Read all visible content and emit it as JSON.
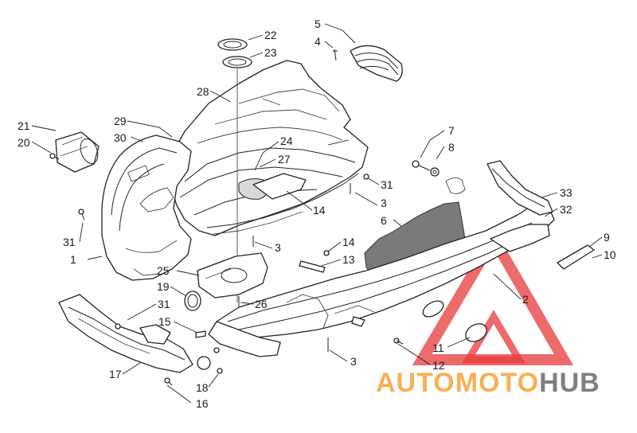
{
  "callouts": [
    {
      "id": "22",
      "text": "22"
    },
    {
      "id": "23",
      "text": "23"
    },
    {
      "id": "5",
      "text": "5"
    },
    {
      "id": "4",
      "text": "4"
    },
    {
      "id": "28",
      "text": "28"
    },
    {
      "id": "21",
      "text": "21"
    },
    {
      "id": "20",
      "text": "20"
    },
    {
      "id": "29",
      "text": "29"
    },
    {
      "id": "30",
      "text": "30"
    },
    {
      "id": "24",
      "text": "24"
    },
    {
      "id": "27",
      "text": "27"
    },
    {
      "id": "7",
      "text": "7"
    },
    {
      "id": "8",
      "text": "8"
    },
    {
      "id": "31a",
      "text": "31"
    },
    {
      "id": "3a",
      "text": "3"
    },
    {
      "id": "14a",
      "text": "14"
    },
    {
      "id": "33",
      "text": "33"
    },
    {
      "id": "32",
      "text": "32"
    },
    {
      "id": "6",
      "text": "6"
    },
    {
      "id": "31b",
      "text": "31"
    },
    {
      "id": "1",
      "text": "1"
    },
    {
      "id": "3b",
      "text": "3"
    },
    {
      "id": "14b",
      "text": "14"
    },
    {
      "id": "13",
      "text": "13"
    },
    {
      "id": "9",
      "text": "9"
    },
    {
      "id": "10",
      "text": "10"
    },
    {
      "id": "25",
      "text": "25"
    },
    {
      "id": "19",
      "text": "19"
    },
    {
      "id": "26",
      "text": "26"
    },
    {
      "id": "2",
      "text": "2"
    },
    {
      "id": "31c",
      "text": "31"
    },
    {
      "id": "15",
      "text": "15"
    },
    {
      "id": "11",
      "text": "11"
    },
    {
      "id": "17",
      "text": "17"
    },
    {
      "id": "3c",
      "text": "3"
    },
    {
      "id": "12",
      "text": "12"
    },
    {
      "id": "18",
      "text": "18"
    },
    {
      "id": "16",
      "text": "16"
    }
  ],
  "watermark": {
    "part1": "AUTOMOTO",
    "part2": "HUB",
    "colors": {
      "triangle": "#e83a3a",
      "part1": "#f7b055",
      "part2": "#7f7f7f"
    }
  }
}
